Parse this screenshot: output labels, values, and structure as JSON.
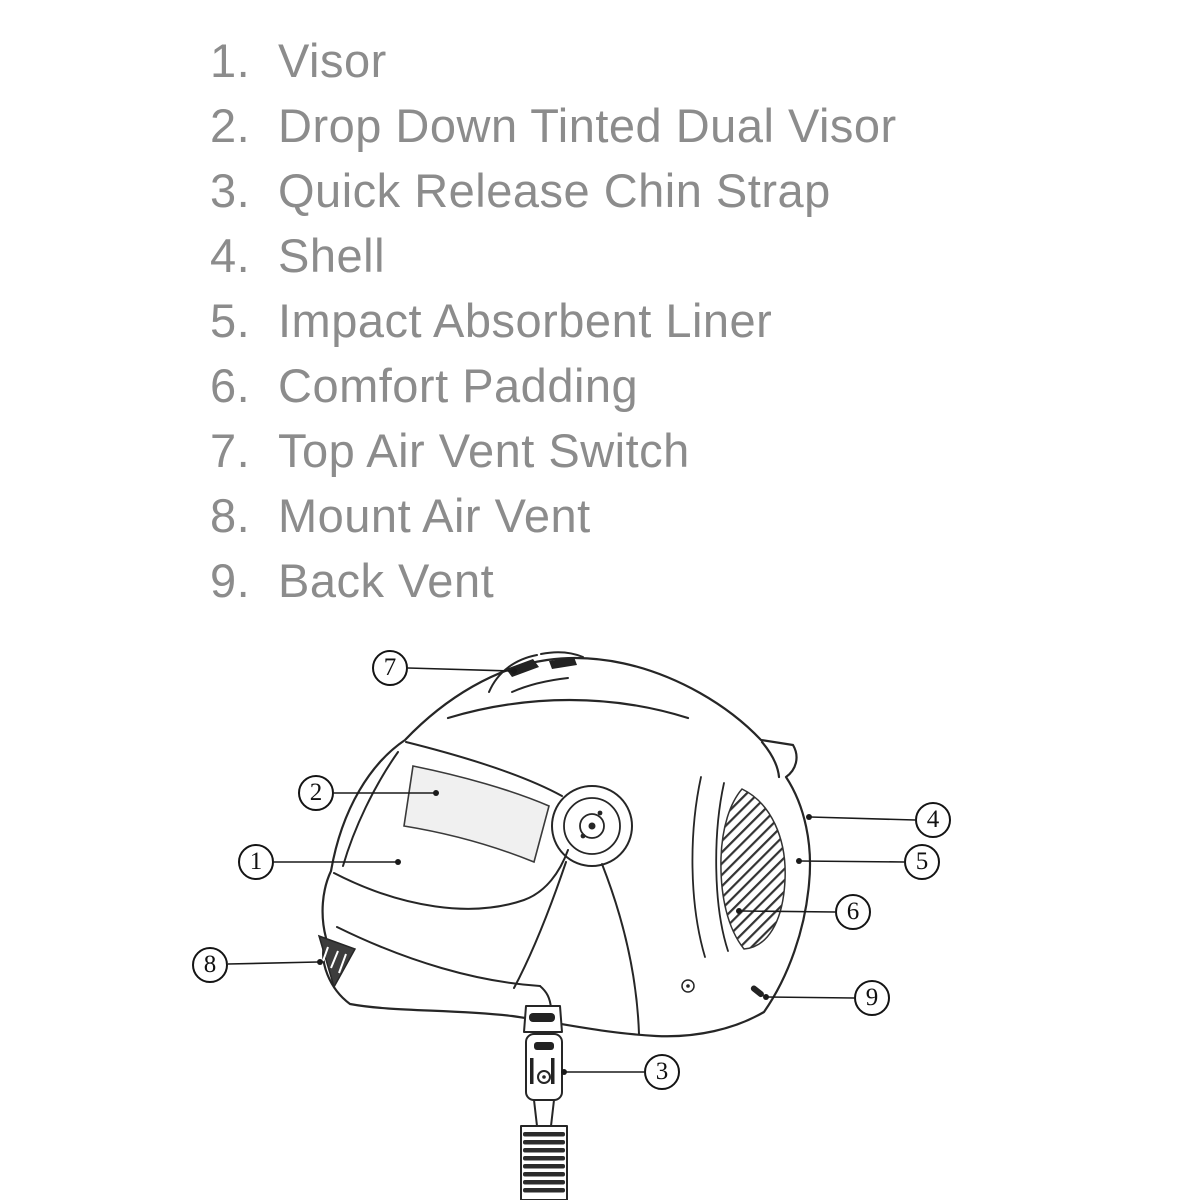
{
  "parts_list": {
    "items": [
      {
        "number": "1.",
        "label": "Visor"
      },
      {
        "number": "2.",
        "label": "Drop Down Tinted Dual Visor"
      },
      {
        "number": "3.",
        "label": "Quick Release Chin Strap"
      },
      {
        "number": "4.",
        "label": "Shell"
      },
      {
        "number": "5.",
        "label": "Impact Absorbent Liner"
      },
      {
        "number": "6.",
        "label": "Comfort Padding"
      },
      {
        "number": "7.",
        "label": "Top Air Vent Switch"
      },
      {
        "number": "8.",
        "label": "Mount Air Vent"
      },
      {
        "number": "9.",
        "label": "Back Vent"
      }
    ]
  },
  "diagram": {
    "callouts": {
      "c1": "1",
      "c2": "2",
      "c3": "3",
      "c4": "4",
      "c5": "5",
      "c6": "6",
      "c7": "7",
      "c8": "8",
      "c9": "9"
    }
  },
  "colors": {
    "list_text": "#8c8c8c",
    "line_art": "#262626",
    "callout_line": "#1a1a1a",
    "background": "#ffffff"
  }
}
